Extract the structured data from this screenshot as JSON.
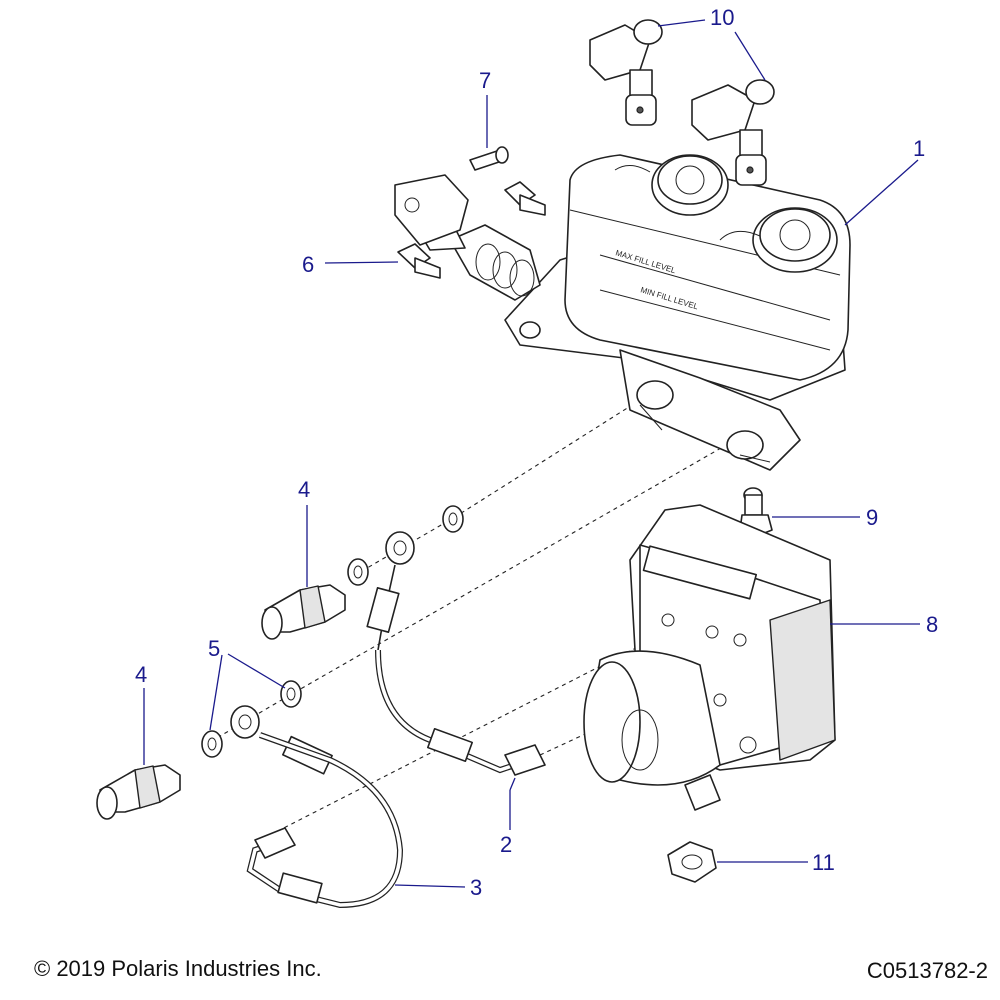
{
  "footer": {
    "copyright": "© 2019 Polaris Industries Inc.",
    "drawing_id": "C0513782-2"
  },
  "callouts": {
    "c1": "1",
    "c2": "2",
    "c3": "3",
    "c4a": "4",
    "c4b": "4",
    "c5": "5",
    "c6": "6",
    "c7": "7",
    "c8": "8",
    "c9": "9",
    "c10": "10",
    "c11": "11"
  },
  "part_labels": {
    "max_fill": "MAX FILL LEVEL",
    "min_fill": "MIN FILL LEVEL"
  },
  "colors": {
    "callout": "#1a1a8c",
    "line_art": "#222222"
  }
}
